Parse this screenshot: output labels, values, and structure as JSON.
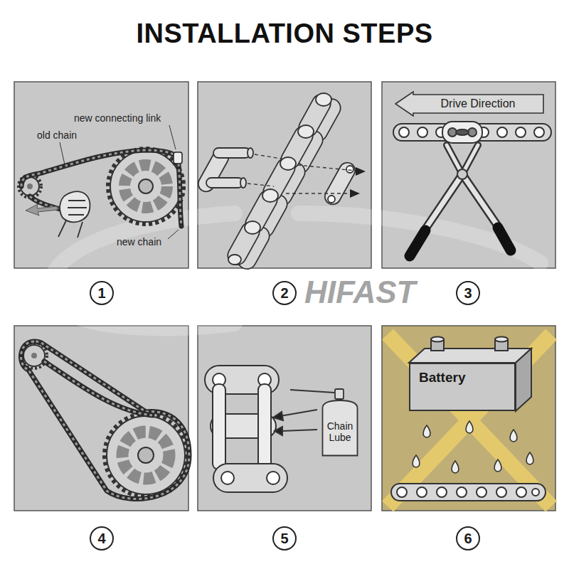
{
  "diagram": {
    "title": "INSTALLATION STEPS",
    "nodes": [
      {
        "text": [
          "Drive Direction"
        ]
      },
      {
        "text": [
          "1"
        ]
      },
      {
        "text": [
          "2"
        ]
      },
      {
        "text": [
          "3"
        ]
      },
      {
        "text": [
          "Battery"
        ]
      },
      {
        "text": [
          "Chain Lube"
        ]
      },
      {
        "text": [
          "4"
        ]
      },
      {
        "text": [
          "5"
        ]
      },
      {
        "text": [
          "6"
        ]
      }
    ],
    "labels": [
      "new connecting link",
      "old chain",
      "new chain",
      "HIFAST"
    ]
  }
}
